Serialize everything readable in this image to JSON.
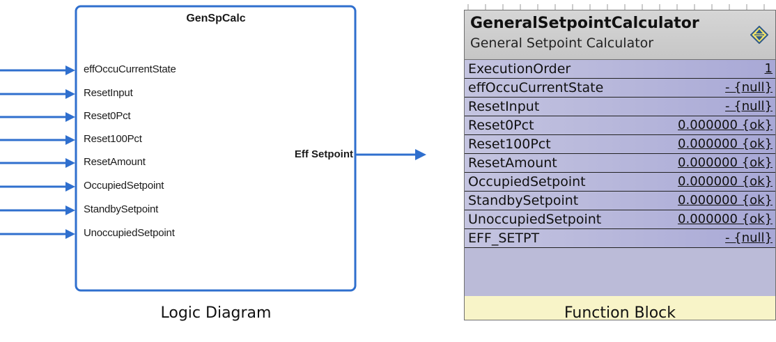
{
  "logic_diagram": {
    "block_title": "GenSpCalc",
    "inputs": [
      "effOccuCurrentState",
      "ResetInput",
      "Reset0Pct",
      "Reset100Pct",
      "ResetAmount",
      "OccupiedSetpoint",
      "StandbySetpoint",
      "UnoccupiedSetpoint"
    ],
    "output": "Eff Setpoint",
    "caption": "Logic Diagram",
    "line_color": "#2f6fce"
  },
  "function_block": {
    "name": "GeneralSetpointCalculator",
    "description": "General Setpoint Calculator",
    "icon": "expand-collapse-icon",
    "rows": [
      {
        "name": "ExecutionOrder",
        "value": "1"
      },
      {
        "name": "effOccuCurrentState",
        "value": "- {null}"
      },
      {
        "name": "ResetInput",
        "value": "- {null}"
      },
      {
        "name": "Reset0Pct",
        "value": "0.000000 {ok}"
      },
      {
        "name": "Reset100Pct",
        "value": "0.000000 {ok}"
      },
      {
        "name": "ResetAmount",
        "value": "0.000000 {ok}"
      },
      {
        "name": "OccupiedSetpoint",
        "value": "0.000000 {ok}"
      },
      {
        "name": "StandbySetpoint",
        "value": "0.000000 {ok}"
      },
      {
        "name": "UnoccupiedSetpoint",
        "value": "0.000000 {ok}"
      },
      {
        "name": "EFF_SETPT",
        "value": "- {null}"
      }
    ],
    "caption": "Function Block",
    "header_color": "#cfcfcf",
    "row_color": "#b4b4da",
    "footer_color": "#f8f4c8"
  }
}
